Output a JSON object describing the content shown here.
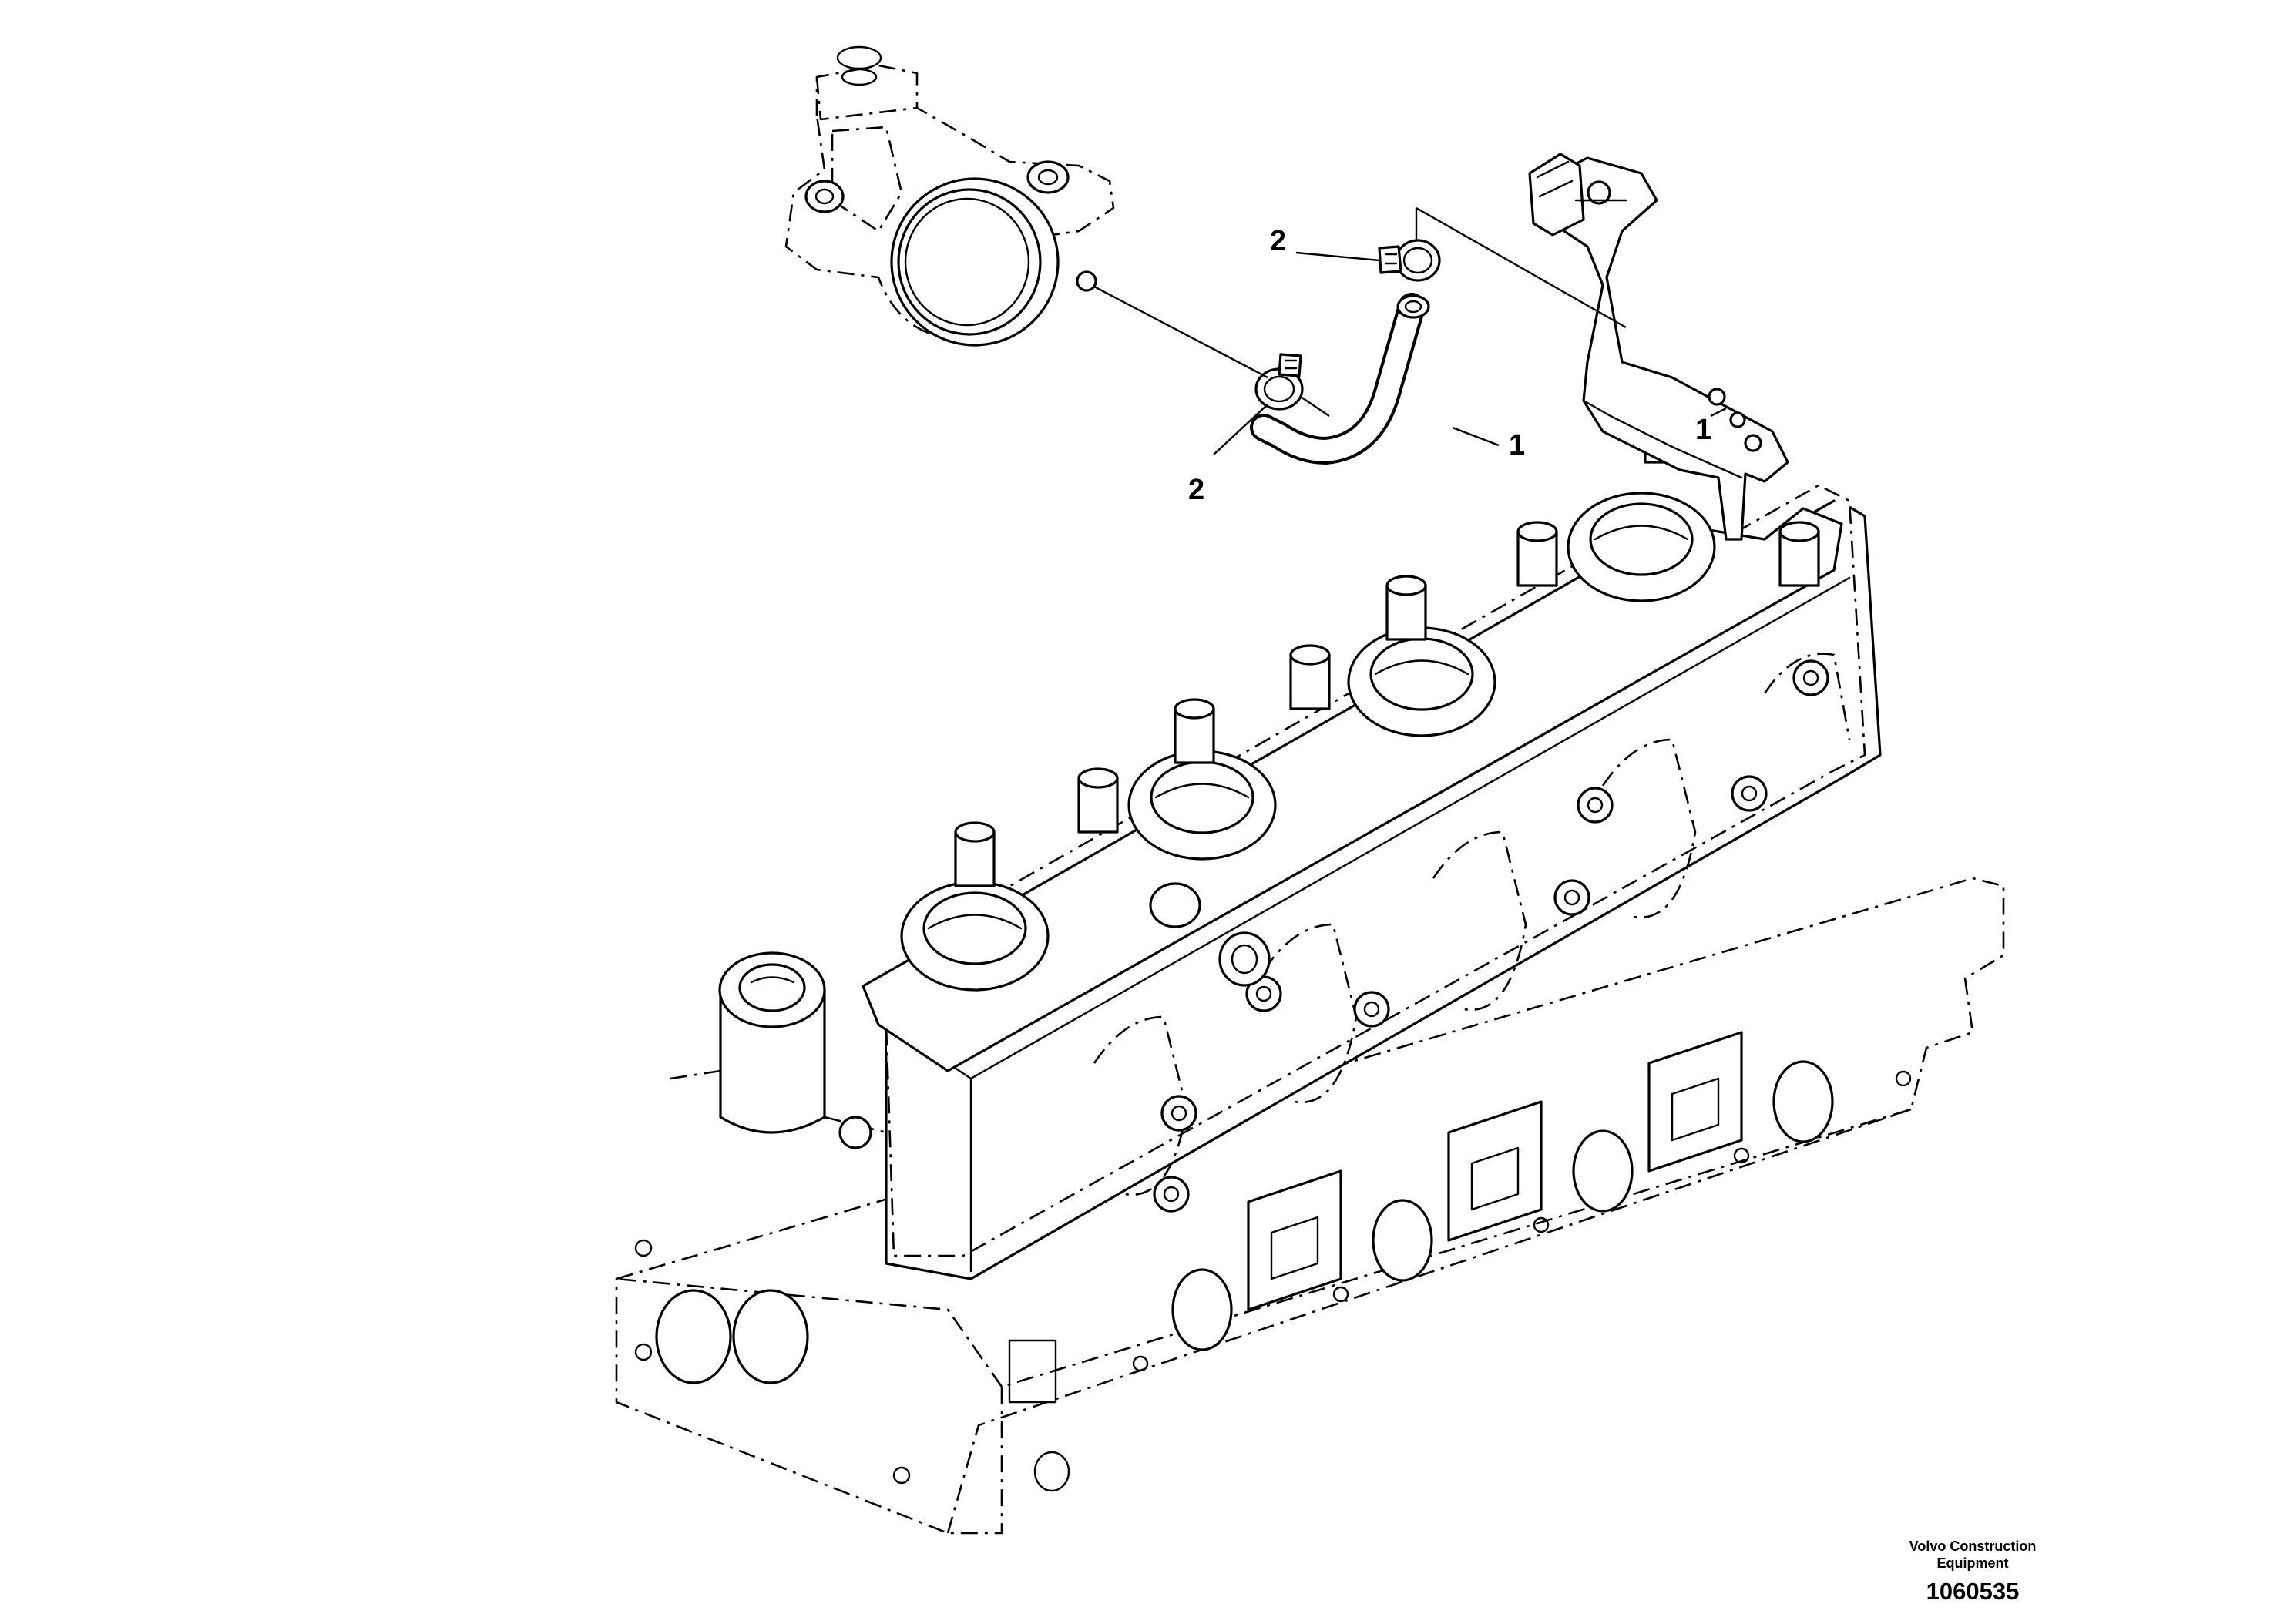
{
  "callouts": [
    {
      "id": "callout-hose",
      "label": "1"
    },
    {
      "id": "callout-clamp-upper",
      "label": "2"
    },
    {
      "id": "callout-clamp-lower",
      "label": "2"
    },
    {
      "id": "callout-bracket",
      "label": "1"
    }
  ],
  "brand": {
    "company_line1": "Volvo Construction",
    "company_line2": "Equipment"
  },
  "drawing_number": "1060535"
}
